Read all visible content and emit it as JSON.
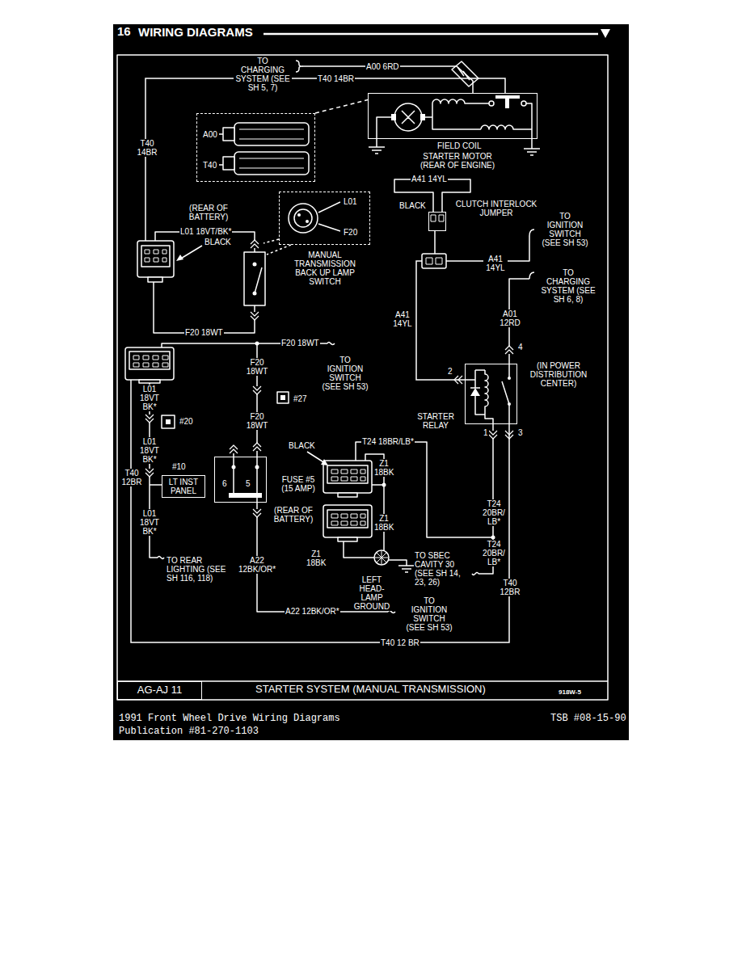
{
  "diagram": {
    "title": "STARTER SYSTEM (MANUAL TRANSMISSION)",
    "nodes": [
      {
        "text": [
          "STARTER MOTOR (REAR OF ENGINE)"
        ]
      },
      {
        "text": [
          "A00",
          "T40"
        ]
      },
      {
        "text": [
          "BLACK",
          "CLUTCH INTERLOCK JUMPER"
        ]
      },
      {
        "text": [
          "L01",
          "F20",
          "MANUAL TRANSMISSION BACK UP LAMP SWITCH"
        ]
      },
      {
        "text": [
          "STARTER RELAY",
          "(IN POWER DISTRIBUTION CENTER)"
        ]
      },
      {
        "text": [
          "LT INST PANEL"
        ]
      },
      {
        "text": [
          "6",
          "5",
          "FUSE #5 (15 AMP)"
        ]
      },
      {
        "text": [
          "AG-AJ 11"
        ]
      }
    ],
    "edges": [
      {
        "from": 1,
        "to": 0,
        "arrow": "none"
      },
      {
        "from": 0,
        "to": 4,
        "label": "T40 12 BR",
        "arrow": "none"
      },
      {
        "from": 2,
        "to": 4,
        "label": "A41 14YL",
        "arrow": "none"
      }
    ],
    "labels": [
      "16",
      "WIRING DIAGRAMS",
      "TO CHARGING SYSTEM (SEE SH 5, 7)",
      "A00 6RD",
      "T40 14BR",
      "T40 14BR",
      "FIELD COIL",
      "(REAR OF BATTERY)",
      "L01 18VT/BK*",
      "BLACK",
      "A41 14YL",
      "TO IGNITION SWITCH (SEE SH 53)",
      "A41 14YL",
      "TO CHARGING SYSTEM (SEE SH 6, 8)",
      "A01 12RD",
      "4",
      "2",
      "1",
      "3",
      "F20 18WT",
      "F20 18WT",
      "TO IGNITION SWITCH (SEE SH 53)",
      "F20 18WT",
      "#27",
      "F20 18WT",
      "L01 18VT BK*",
      "#20",
      "L01 18VT BK*",
      "#10",
      "T40 12BR",
      "L01 18VT BK*",
      "TO REAR LIGHTING (SEE SH 116, 118)",
      "(REAR OF BATTERY)",
      "A22 12BK/OR*",
      "BLACK",
      "T24 18BR/LB*",
      "Z1 18BK",
      "Z1 18BK",
      "Z1 18BK",
      "LEFT HEAD- LAMP GROUND",
      "TO SBEC CAVITY 30 (SEE SH 14, 23, 26)",
      "TO IGNITION SWITCH (SEE SH 53)",
      "A22 12BK/OR*",
      "T24 20BR/ LB*",
      "T24 20BR/ LB*",
      "T40 12BR",
      "918W-5",
      "1991 Front Wheel Drive Wiring Diagrams",
      "Publication #81-270-1103",
      "TSB #08-15-90"
    ]
  }
}
